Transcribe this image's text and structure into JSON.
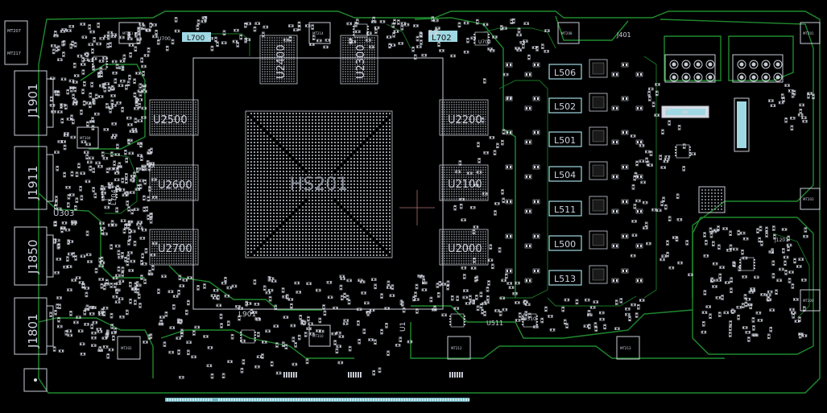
{
  "board": {
    "background": "#000000",
    "trace_color": "#1f8a2e",
    "silk_color": "#c9cdd6",
    "pad_color": "#d8dce6",
    "connector_color": "#8fd3de",
    "gpu_label": "HS201",
    "connectors": [
      "J1901",
      "J1911",
      "J1850",
      "J1801"
    ],
    "memory_left": [
      "U2500",
      "U2600",
      "U2700"
    ],
    "memory_right": [
      "U2200",
      "U2100",
      "U2000"
    ],
    "memory_top": [
      "U2400",
      "U2300"
    ],
    "inductors": [
      "L506",
      "L502",
      "L501",
      "L504",
      "L511",
      "L500",
      "L513"
    ],
    "small_labels": {
      "l700": "L700",
      "l702": "L702",
      "u703": "U703",
      "u700": "U700",
      "j401": "J401",
      "u303": "U303",
      "l704": "L704",
      "l901": "L901",
      "u511": "U511",
      "u510": "U510",
      "j1201": "J1201",
      "mt207": "MT207",
      "mt217": "MT217",
      "mt211": "MT211",
      "mt214": "MT214",
      "mt208": "MT208",
      "mt201": "MT201",
      "mt203": "MT203",
      "mt200": "MT200",
      "mt304": "MT304",
      "mt310": "MT310",
      "mt212": "MT212",
      "mt213": "MT213",
      "mt202": "MT202",
      "u1": "U1"
    }
  }
}
